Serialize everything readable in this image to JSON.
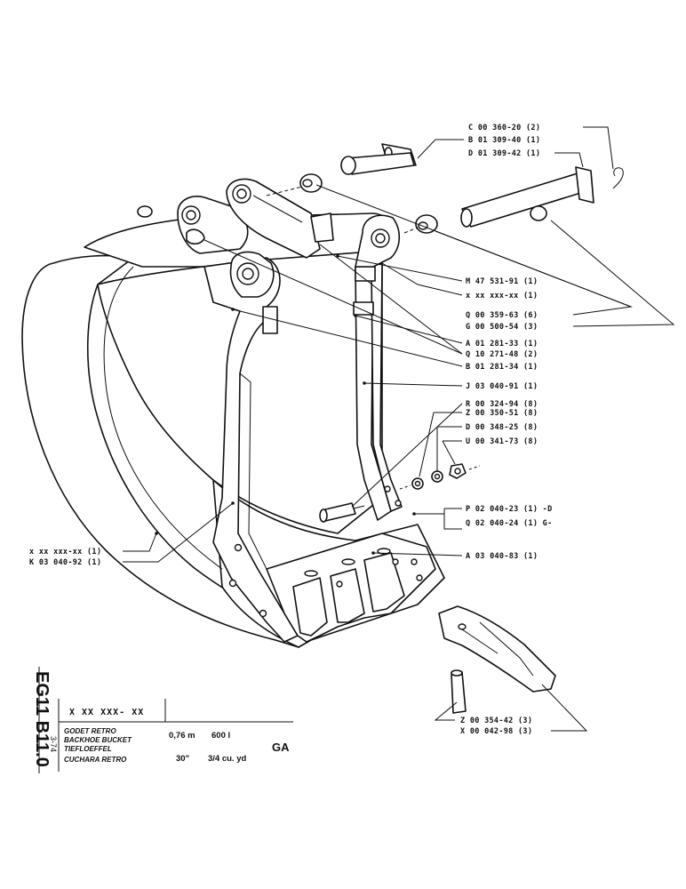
{
  "sheet": {
    "code": "EG11 B11.0",
    "date": "3-74"
  },
  "callouts": [
    {
      "id": "c1",
      "text": "C 00 360-20 (2)"
    },
    {
      "id": "c2",
      "text": "B 01 309-40 (1)"
    },
    {
      "id": "c3",
      "text": "D 01 309-42 (1)"
    },
    {
      "id": "c4",
      "text": "M 47 531-91 (1)"
    },
    {
      "id": "c5",
      "text": "x xx xxx-xx (1)"
    },
    {
      "id": "c6",
      "text": "Q 00 359-63 (6)"
    },
    {
      "id": "c7",
      "text": "G 00 500-54 (3)"
    },
    {
      "id": "c8",
      "text": "A 01 281-33 (1)"
    },
    {
      "id": "c9",
      "text": "Q 10 271-48 (2)"
    },
    {
      "id": "c10",
      "text": "B 01 281-34 (1)"
    },
    {
      "id": "c11",
      "text": "J 03 040-91 (1)"
    },
    {
      "id": "c12",
      "text": "R 00 324-94 (8)"
    },
    {
      "id": "c13",
      "text": "Z 00 350-51 (8)"
    },
    {
      "id": "c14",
      "text": "D 00 348-25 (8)"
    },
    {
      "id": "c15",
      "text": "U 00 341-73 (8)"
    },
    {
      "id": "c16",
      "text": "P 02 040-23 (1) -D"
    },
    {
      "id": "c17",
      "text": "Q 02 040-24 (1) G-"
    },
    {
      "id": "c18",
      "text": "A 03 040-83 (1)"
    },
    {
      "id": "c19",
      "text": "x xx xxx-xx (1)"
    },
    {
      "id": "c20",
      "text": "K 03 040-92 (1)"
    },
    {
      "id": "c21",
      "text": "Z 00 354-42 (3)"
    },
    {
      "id": "c22",
      "text": "X 00 042-98 (3)"
    }
  ],
  "title_block": {
    "number": "X XX XXX- XX",
    "names": [
      "GODET RETRO",
      "BACKHOE BUCKET",
      "TIEFLOEFFEL",
      "CUCHARA RETRO"
    ],
    "width_m": "0,76 m",
    "width_in": "30\"",
    "capacity_l": "600 l",
    "capacity_yd": "3/4 cu. yd",
    "variant": "GA"
  }
}
